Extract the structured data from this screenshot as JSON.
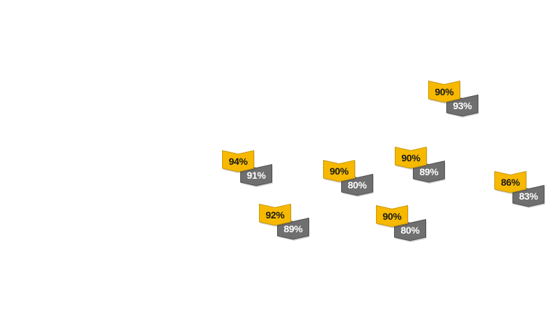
{
  "map": {
    "colors": {
      "primary_fill": "#f6b900",
      "primary_stroke": "#c99700",
      "secondary_fill": "#6f6f6f",
      "secondary_stroke": "#4f4f4f"
    },
    "markers": [
      {
        "primary": "90%",
        "secondary": "93%"
      },
      {
        "primary": "94%",
        "secondary": "91%"
      },
      {
        "primary": "90%",
        "secondary": "80%"
      },
      {
        "primary": "90%",
        "secondary": "89%"
      },
      {
        "primary": "86%",
        "secondary": "83%"
      },
      {
        "primary": "92%",
        "secondary": "89%"
      },
      {
        "primary": "90%",
        "secondary": "80%"
      }
    ]
  }
}
